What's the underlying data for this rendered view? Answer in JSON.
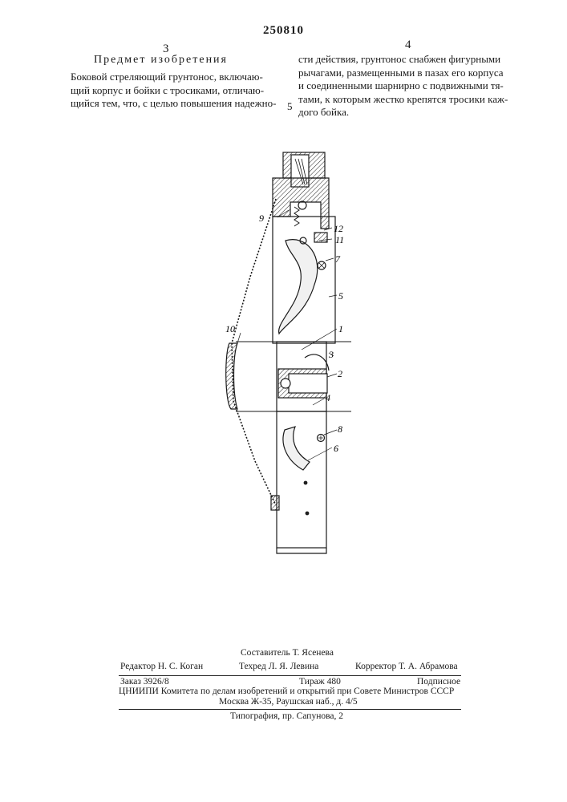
{
  "header": {
    "patent_number": "250810",
    "col_left_num": "3",
    "col_right_num": "4",
    "heading": "Предмет изобретения",
    "line_number": "5"
  },
  "claim": {
    "left_lines": [
      "Боковой стреляющий грунтонос, включаю-",
      "щий корпус и бойки с тросиками, отличаю-",
      "щийся тем, что, с целью повышения надежно-"
    ],
    "right_lines": [
      "сти действия, грунтонос снабжен фигурными",
      "рычагами, размещенными в пазах его корпуса",
      "и соединенными шарнирно с подвижными тя-",
      "тами, к которым жестко крепятся тросики каж-",
      "дого бойка."
    ]
  },
  "figure": {
    "labels": [
      "1",
      "2",
      "3",
      "4",
      "5",
      "6",
      "7",
      "8",
      "9",
      "10",
      "11",
      "12"
    ]
  },
  "imprint": {
    "compiler": "Составитель Т. Ясенева",
    "editor": "Редактор Н. С. Коган",
    "techred": "Техред Л. Я. Левина",
    "corrector": "Корректор Т. А. Абрамова",
    "order": "Заказ 3926/8",
    "circulation": "Тираж 480",
    "subscription": "Подписное",
    "institute": "ЦНИИПИ Комитета по делам изобретений и открытий при Совете Министров СССР",
    "address": "Москва Ж-35, Раушская наб., д. 4/5",
    "printer": "Типография, пр. Сапунова, 2"
  }
}
